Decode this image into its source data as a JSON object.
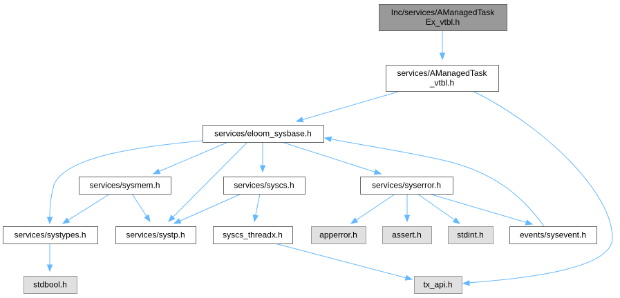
{
  "colors": {
    "edge": "#63b8ff",
    "root_fill": "#999999",
    "root_border": "#666666",
    "node_fill": "#ffffff",
    "node_border": "#666666",
    "system_fill": "#e0e0e0",
    "system_border": "#999999"
  },
  "nodes": [
    {
      "id": "root",
      "lines": [
        "Inc/services/AManagedTask",
        "Ex_vtbl.h"
      ],
      "style": "root"
    },
    {
      "id": "amt_vtbl",
      "lines": [
        "services/AManagedTask",
        "_vtbl.h"
      ],
      "style": "normal"
    },
    {
      "id": "sysbase",
      "lines": [
        "services/eloom_sysbase.h"
      ],
      "style": "normal"
    },
    {
      "id": "sysmem",
      "lines": [
        "services/sysmem.h"
      ],
      "style": "normal"
    },
    {
      "id": "syscs",
      "lines": [
        "services/syscs.h"
      ],
      "style": "normal"
    },
    {
      "id": "syserror",
      "lines": [
        "services/syserror.h"
      ],
      "style": "normal"
    },
    {
      "id": "systypes",
      "lines": [
        "services/systypes.h"
      ],
      "style": "normal"
    },
    {
      "id": "systp",
      "lines": [
        "services/systp.h"
      ],
      "style": "normal"
    },
    {
      "id": "syscs_threadx",
      "lines": [
        "syscs_threadx.h"
      ],
      "style": "normal"
    },
    {
      "id": "apperror",
      "lines": [
        "apperror.h"
      ],
      "style": "system"
    },
    {
      "id": "assert",
      "lines": [
        "assert.h"
      ],
      "style": "system"
    },
    {
      "id": "stdint",
      "lines": [
        "stdint.h"
      ],
      "style": "system"
    },
    {
      "id": "sysevent",
      "lines": [
        "events/sysevent.h"
      ],
      "style": "normal"
    },
    {
      "id": "stdbool",
      "lines": [
        "stdbool.h"
      ],
      "style": "system"
    },
    {
      "id": "tx_api",
      "lines": [
        "tx_api.h"
      ],
      "style": "system"
    }
  ],
  "edges": [
    {
      "from": "root",
      "to": "amt_vtbl"
    },
    {
      "from": "amt_vtbl",
      "to": "sysbase"
    },
    {
      "from": "amt_vtbl",
      "to": "tx_api"
    },
    {
      "from": "sysbase",
      "to": "systypes"
    },
    {
      "from": "sysbase",
      "to": "sysmem"
    },
    {
      "from": "sysbase",
      "to": "systp"
    },
    {
      "from": "sysbase",
      "to": "syscs"
    },
    {
      "from": "sysbase",
      "to": "syserror"
    },
    {
      "from": "sysmem",
      "to": "systypes"
    },
    {
      "from": "sysmem",
      "to": "systp"
    },
    {
      "from": "syscs",
      "to": "systp"
    },
    {
      "from": "syscs",
      "to": "syscs_threadx"
    },
    {
      "from": "syserror",
      "to": "apperror"
    },
    {
      "from": "syserror",
      "to": "assert"
    },
    {
      "from": "syserror",
      "to": "stdint"
    },
    {
      "from": "syserror",
      "to": "sysevent"
    },
    {
      "from": "sysevent",
      "to": "sysbase"
    },
    {
      "from": "systypes",
      "to": "stdbool"
    },
    {
      "from": "syscs_threadx",
      "to": "tx_api"
    }
  ]
}
